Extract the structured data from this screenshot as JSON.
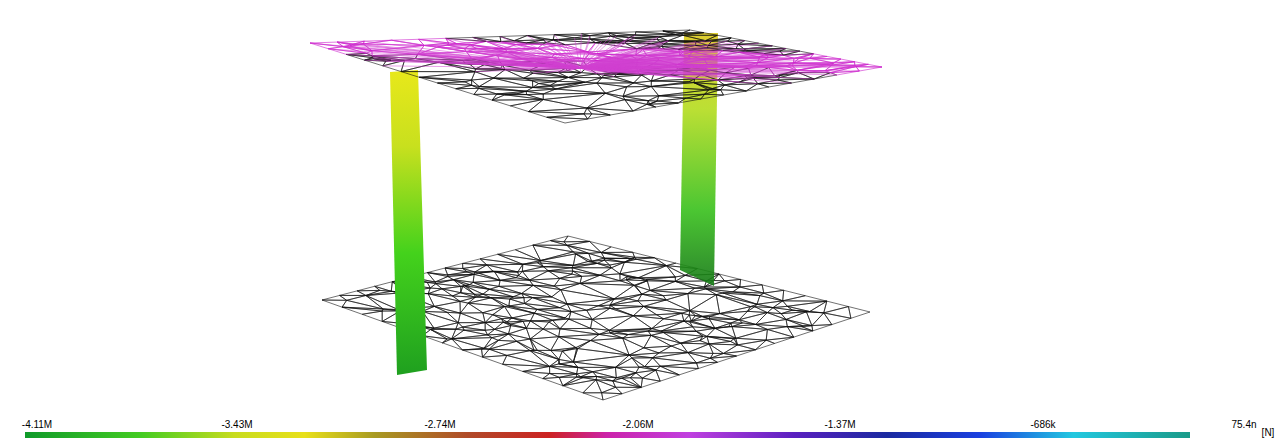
{
  "diagram": {
    "labels": [
      "-4.11M",
      "-3.43M",
      "-2.74M",
      "-2.06M",
      "-1.37M",
      "-686k",
      "75.4n",
      "[N]"
    ]
  }
}
